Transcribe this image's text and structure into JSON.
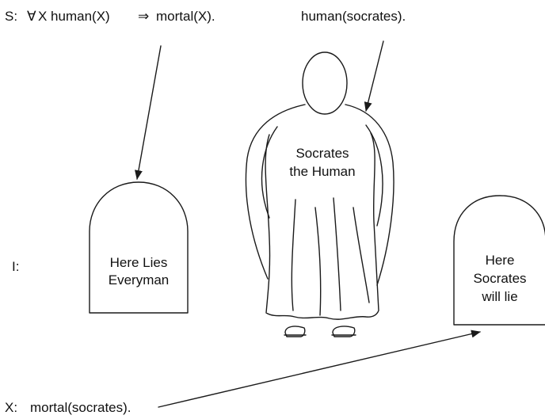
{
  "statements": {
    "S": {
      "label": "S:",
      "quantifier": "∀",
      "text": "X human(X)",
      "implies": "⇒",
      "conclusion": "mortal(X)."
    },
    "fact": "human(socrates).",
    "I": {
      "label": "I:"
    },
    "X": {
      "label": "X:",
      "text": "mortal(socrates)."
    }
  },
  "figures": {
    "tomb_everyman": {
      "line1": "Here Lies",
      "line2": "Everyman"
    },
    "socrates": {
      "line1": "Socrates",
      "line2": "the Human"
    },
    "tomb_socrates": {
      "line1": "Here",
      "line2": "Socrates",
      "line3": "will lie"
    }
  },
  "colors": {
    "ink": "#1a1a1a",
    "background": "#ffffff"
  }
}
